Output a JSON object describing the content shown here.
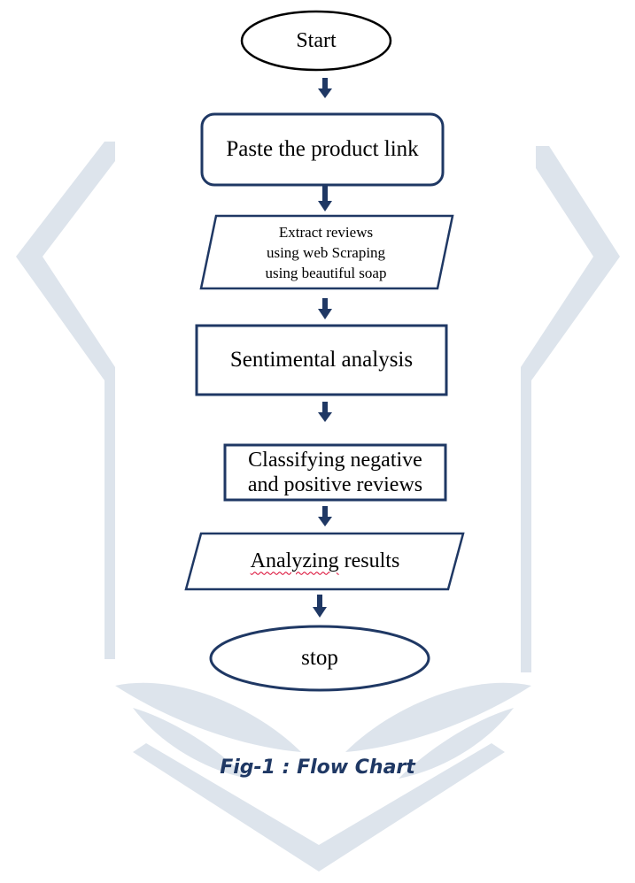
{
  "nodes": {
    "start": "Start",
    "paste_link": "Paste the product link",
    "extract_line1": "Extract reviews",
    "extract_line2": "using web Scraping",
    "extract_line3": "using beautiful soap",
    "sentiment": "Sentimental analysis",
    "classify_line1": "Classifying negative",
    "classify_line2": "and positive reviews",
    "analyze_prefix": "Analyzing",
    "analyze_suffix": " results",
    "stop": "stop"
  },
  "caption": "Fig-1 : Flow Chart",
  "colors": {
    "node_stroke": "#1f3864",
    "arrow": "#1f3864",
    "watermark": "#dde4ec",
    "caption": "#1f3864",
    "spell_underline": "#d9002a"
  }
}
